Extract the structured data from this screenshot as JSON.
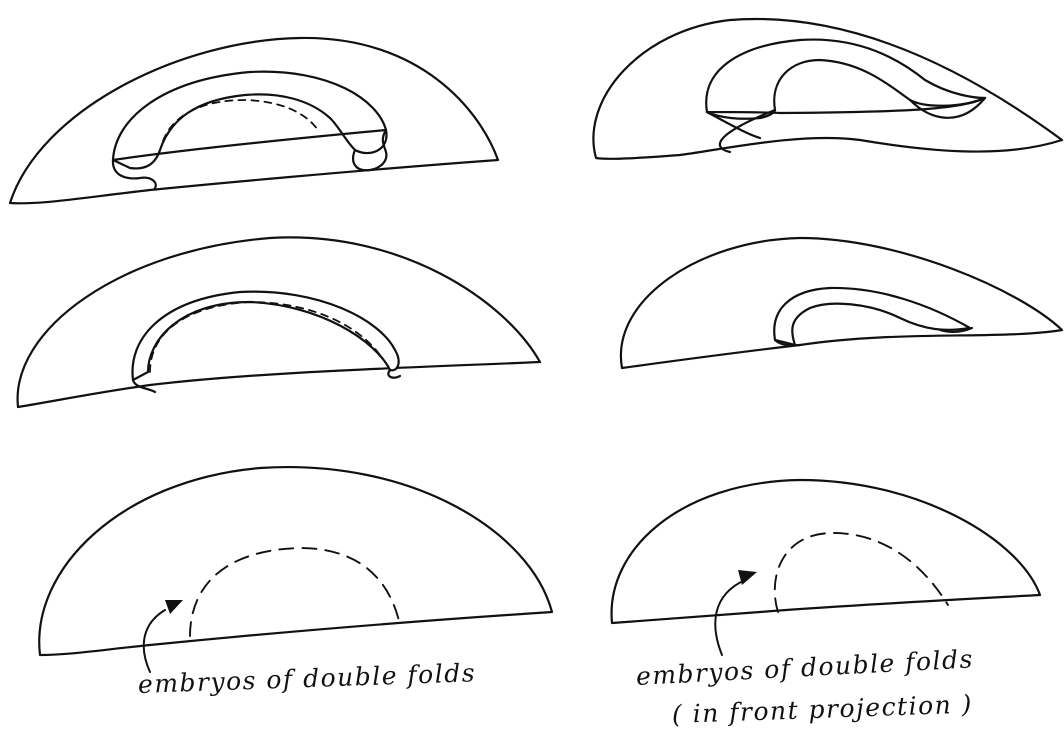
{
  "captions": {
    "left": "embryos of double folds",
    "right_line1": "embryos of double folds",
    "right_line2": "( in front projection )"
  }
}
